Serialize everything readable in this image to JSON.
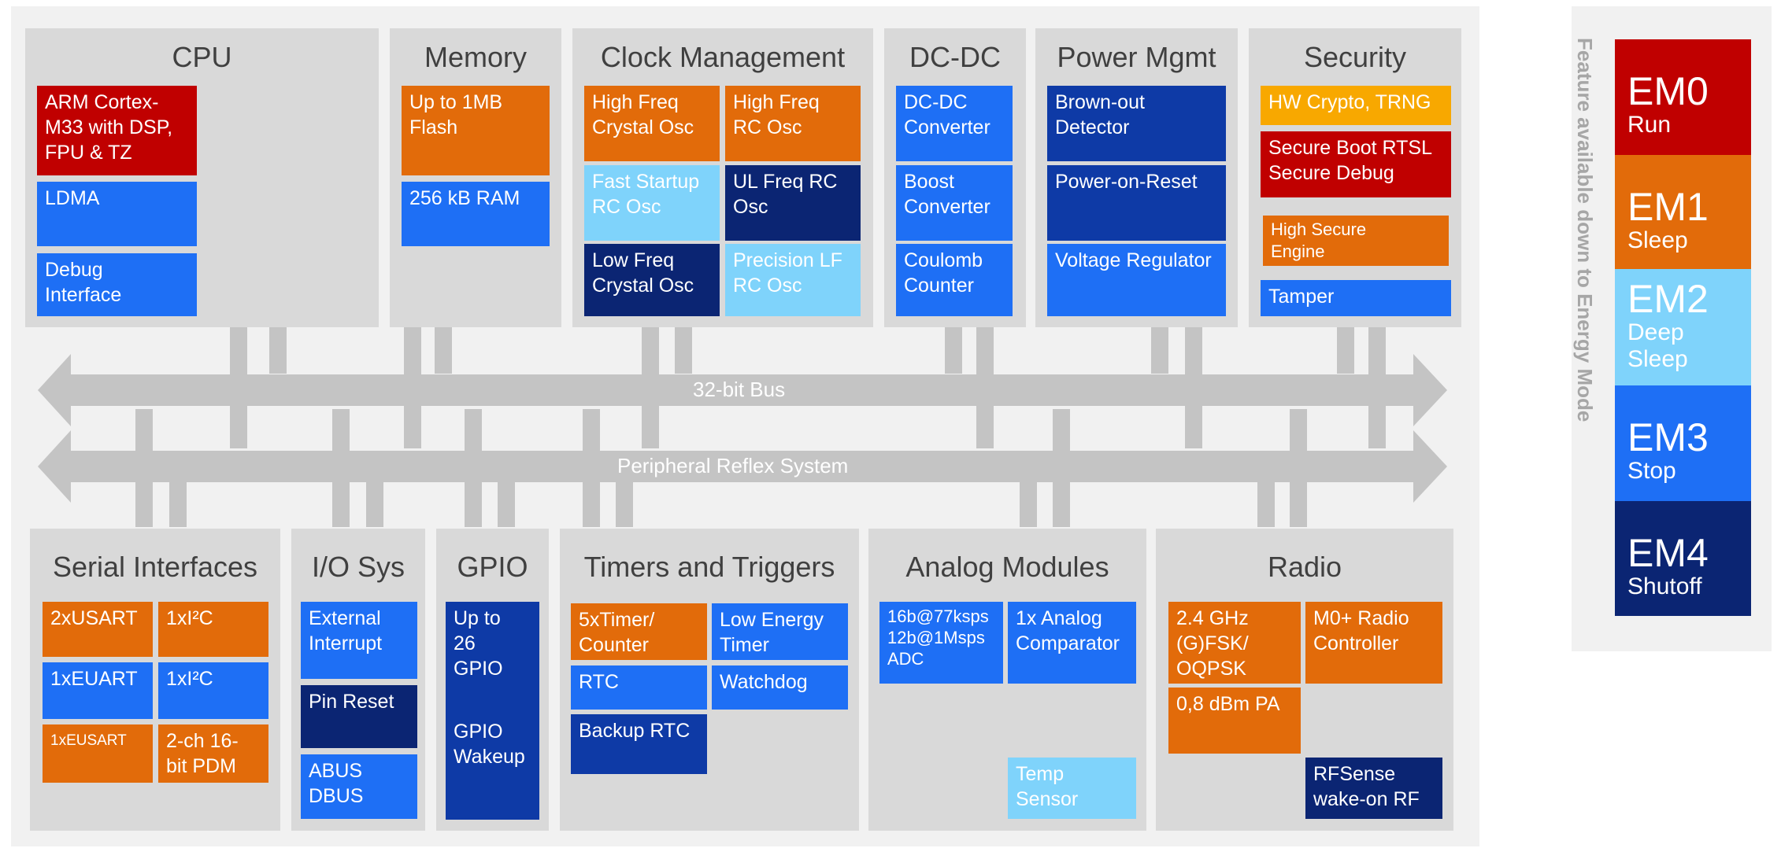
{
  "bus": {
    "main": "32-bit Bus",
    "prs": "Peripheral Reflex System"
  },
  "groups": {
    "cpu": {
      "title": "CPU",
      "b1": "ARM Cortex-\nM33 with DSP,\nFPU & TZ",
      "b2": "LDMA",
      "b3": "Debug\nInterface"
    },
    "memory": {
      "title": "Memory",
      "b1": "Up to 1MB\nFlash",
      "b2": "256 kB RAM"
    },
    "clock": {
      "title": "Clock Management",
      "b1": "High Freq\nCrystal Osc",
      "b2": "High Freq\nRC Osc",
      "b3": "Fast Startup\nRC Osc",
      "b4": "UL Freq RC\nOsc",
      "b5": "Low Freq\nCrystal Osc",
      "b6": "Precision LF\nRC Osc"
    },
    "dcdc": {
      "title": "DC-DC",
      "b1": "DC-DC\nConverter",
      "b2": "Boost\nConverter",
      "b3": "Coulomb\nCounter"
    },
    "power": {
      "title": "Power Mgmt",
      "b1": "Brown-out\nDetector",
      "b2": "Power-on-Reset",
      "b3": "Voltage Regulator"
    },
    "security": {
      "title": "Security",
      "b1": "HW Crypto, TRNG",
      "b2": "Secure Boot RTSL\nSecure Debug",
      "b3": "High Secure\nEngine",
      "b4": "Tamper"
    },
    "serial": {
      "title": "Serial Interfaces",
      "b1": "2xUSART",
      "b2": "1xI²C",
      "b3": "1xEUART",
      "b4": "1xI²C",
      "b5": "1xEUSART",
      "b6": "2-ch 16-\nbit PDM"
    },
    "io": {
      "title": "I/O Sys",
      "b1": "External\nInterrupt",
      "b2": "Pin Reset",
      "b3": "ABUS\nDBUS"
    },
    "gpio": {
      "title": "GPIO",
      "b1": "Up to\n26\nGPIO",
      "b2": "GPIO\nWakeup"
    },
    "timers": {
      "title": "Timers and Triggers",
      "b1": "5xTimer/\nCounter",
      "b2": "Low Energy\nTimer",
      "b3": "RTC",
      "b4": "Watchdog",
      "b5": "Backup RTC"
    },
    "analog": {
      "title": "Analog Modules",
      "b1": "16b@77ksps\n12b@1Msps\nADC",
      "b2": "1x Analog\nComparator",
      "b3": "Temp\nSensor"
    },
    "radio": {
      "title": "Radio",
      "b1": "2.4 GHz\n(G)FSK/\nOQPSK",
      "b2": "M0+ Radio\nController",
      "b3": "0,8 dBm PA",
      "b4": "RFSense\nwake-on RF"
    }
  },
  "legend": {
    "caption": "Feature available down to Energy Mode",
    "modes": [
      {
        "name": "EM0",
        "desc": "Run",
        "color": "#c00000"
      },
      {
        "name": "EM1",
        "desc": "Sleep",
        "color": "#e26b0a"
      },
      {
        "name": "EM2",
        "desc": "Deep\nSleep",
        "color": "#7fd3fb"
      },
      {
        "name": "EM3",
        "desc": "Stop",
        "color": "#1e6ff5"
      },
      {
        "name": "EM4",
        "desc": "Shutoff",
        "color": "#0b2573"
      }
    ]
  },
  "colors": {
    "em0": "#c00000",
    "em1": "#e26b0a",
    "em2": "#7fd3fb",
    "em3": "#1e6ff5",
    "em4": "#0b2573",
    "accent": "#f8a800"
  }
}
